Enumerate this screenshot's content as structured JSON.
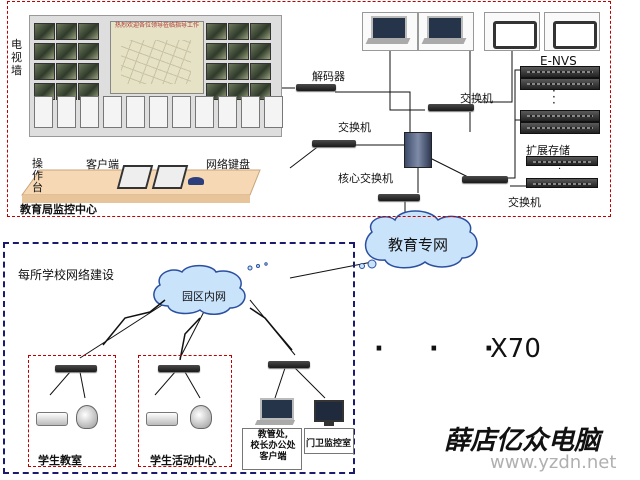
{
  "labels": {
    "tv_wall": "电视墙",
    "map_title": "热烈欢迎各位领导莅临指导工作",
    "decoder": "解码器",
    "switch_top": "交换机",
    "switch_mid": "交换机",
    "switch_right": "交换机",
    "core_switch": "核心交换机",
    "e_nvs": "E-NVS",
    "expand_storage": "扩展存储",
    "console": "操作台",
    "client": "客户端",
    "network_keyboard": "网络键盘",
    "center_title": "教育局监控中心",
    "edu_network": "教育专网",
    "school_title": "每所学校网络建设",
    "campus_network": "园区内网",
    "classroom": "学生教室",
    "activity_center": "学生活动中心",
    "office_client": "教管处,\n校长办公处\n客户端",
    "gate_room": "门卫监控室",
    "dots": "· · ·",
    "x70": "X70",
    "watermark_logo": "薛店亿众电脑",
    "watermark_url": "www.yzdn.net"
  },
  "colors": {
    "top_border": "#c00000",
    "bottom_border": "#1a1a6e",
    "cloud_fill": "#c9e3fb",
    "cloud_stroke": "#2b4fa0",
    "console_fill": "#f6d8b4"
  },
  "icons": [
    "camera-icon",
    "dome-camera-icon",
    "laptop-icon",
    "monitor-icon",
    "server-icon",
    "switch-icon"
  ]
}
